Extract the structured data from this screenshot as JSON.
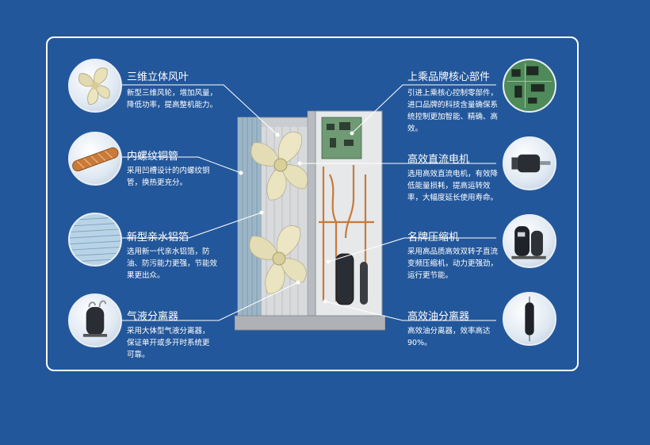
{
  "features": {
    "fan_blade": {
      "title": "三维立体风叶",
      "desc": "新型三维风轮，增加风量，降低功率，提高整机能力。",
      "icon": "fan-blade-icon"
    },
    "copper_tube": {
      "title": "内螺纹铜管",
      "desc": "采用凹槽设计的内螺纹铜管，换热更充分。",
      "icon": "copper-tube-icon"
    },
    "aluminum_fin": {
      "title": "新型亲水铝箔",
      "desc": "选用新一代亲水铝箔，防油、防污能力更强，节能效果更出众。",
      "icon": "aluminum-fin-icon"
    },
    "gas_liquid_separator": {
      "title": "气液分离器",
      "desc": "采用大体型气液分离器，保证单开或多开时系统更可靠。",
      "icon": "gas-liquid-separator-icon"
    },
    "core_parts": {
      "title": "上乘品牌核心部件",
      "desc": "引进上乘核心控制零部件，进口品牌的科技含量确保系统控制更加智能、精确、高效。",
      "icon": "circuit-board-icon"
    },
    "dc_motor": {
      "title": "高效直流电机",
      "desc": "选用高效直流电机，有效降低能量损耗，提高运转效率，大幅度延长使用寿命。",
      "icon": "dc-motor-icon"
    },
    "compressor": {
      "title": "名牌压缩机",
      "desc": "采用高品质高效双转子直流变频压缩机，动力更强劲，运行更节能。",
      "icon": "compressor-icon"
    },
    "oil_separator": {
      "title": "高效油分离器",
      "desc": "高效油分离器，效率高达90%。",
      "icon": "oil-separator-icon"
    }
  },
  "colors": {
    "background": "#23579b",
    "line": "#ffffff",
    "copper": "#c87a3a"
  }
}
